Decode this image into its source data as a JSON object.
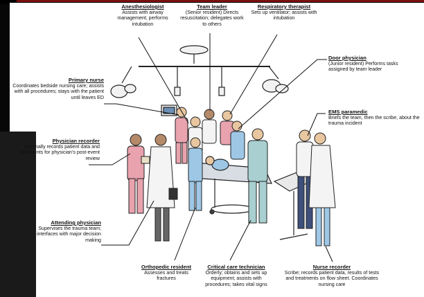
{
  "roles": {
    "anesthesiologist": {
      "title": "Anesthesiologist",
      "desc": "Assists with airway management; performs intubation"
    },
    "team_leader": {
      "title": "Team leader",
      "desc": "(Senior resident) Directs resuscitation; delegates work to others"
    },
    "respiratory_therapist": {
      "title": "Respiratory therapist",
      "desc": "Sets up ventilator; assists with intubation"
    },
    "door_physician": {
      "title": "Door physician",
      "desc": "(Junior resident) Performs tasks assigned by team leader"
    },
    "primary_nurse": {
      "title": "Primary nurse",
      "desc": "Coordinates bedside nursing care; assists with all procedures; stays with the patient until leaves ED"
    },
    "ems_paramedic": {
      "title": "EMS paramedic",
      "desc": "Briefs the team, then the scribe, about the trauma incident"
    },
    "physician_recorder": {
      "title": "Physician recorder",
      "desc": "Informally records patient data and treatments for physician's post-event review"
    },
    "attending_physician": {
      "title": "Attending physician",
      "desc": "Supervises the trauma team; interfaces with major decision making"
    },
    "orthopedic_resident": {
      "title": "Orthopedic resident",
      "desc": "Assesses and treats fractures"
    },
    "critical_care_technician": {
      "title": "Critical care technician",
      "desc": "Orderly; obtains and sets up equipment; assists with procedures; takes vital signs"
    },
    "nurse_recorder": {
      "title": "Nurse recorder",
      "desc": "Scribe; records patient data, results of tests and treatments on flow sheet. Coordinates nursing care"
    }
  },
  "colors": {
    "scrubs_pink": "#e8a3ae",
    "scrubs_blue": "#9ec7e6",
    "scrubs_teal": "#a9cfd0",
    "coat_white": "#f4f4f4",
    "line": "#111111"
  }
}
